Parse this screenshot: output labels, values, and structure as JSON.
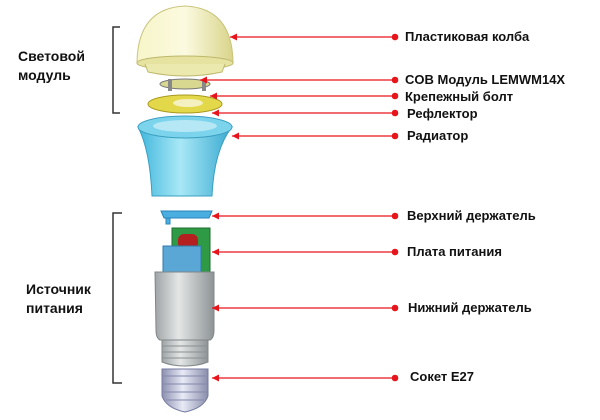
{
  "groups": [
    {
      "line1": "Световой",
      "line2": "модуль"
    },
    {
      "line1": "Источник",
      "line2": "питания"
    }
  ],
  "labels": [
    "Пластиковая колба",
    "COB Модуль LEMWM14X",
    "Крепежный болт",
    "Рефлектор",
    "Радиатор",
    "Верхний держатель",
    "Плата питания",
    "Нижний держатель",
    "Сокет E27"
  ],
  "colors": {
    "arrow": "#e8141c",
    "bulb": "#f1efb4",
    "radiator": "#5fc8e6",
    "holder": "#c8cccc"
  }
}
